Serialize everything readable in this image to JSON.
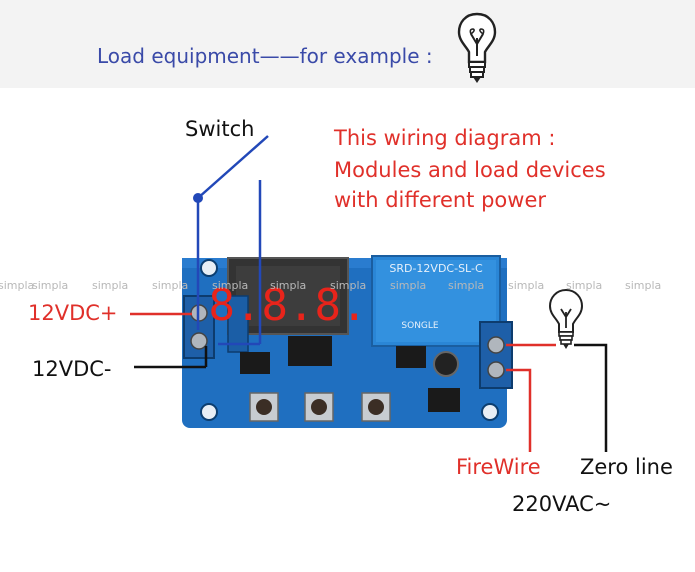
{
  "header": {
    "text": "Load equipment——for example :",
    "icon": "lightbulb-icon"
  },
  "labels": {
    "switch": "Switch",
    "note_lines": [
      "This wiring diagram :",
      "Modules and load devices",
      "with different power"
    ],
    "supply_positive": "12VDC+",
    "supply_negative": "12VDC-",
    "fire_wire": "FireWire",
    "zero_line": "Zero line",
    "ac_supply": "220VAC~"
  },
  "board": {
    "display": "8.8.8.",
    "relay_text": "SRD-12VDC-SL-C",
    "relay_brand": "SONGLE"
  },
  "watermark": "simpla",
  "colors": {
    "header_text": "#3a4aa8",
    "note_text": "#e0302a",
    "positive_wire": "#e0302a",
    "negative_wire": "#111111",
    "board": "#1f6fc0",
    "relay": "#2a86d6",
    "switch_wire": "#2248b8"
  }
}
